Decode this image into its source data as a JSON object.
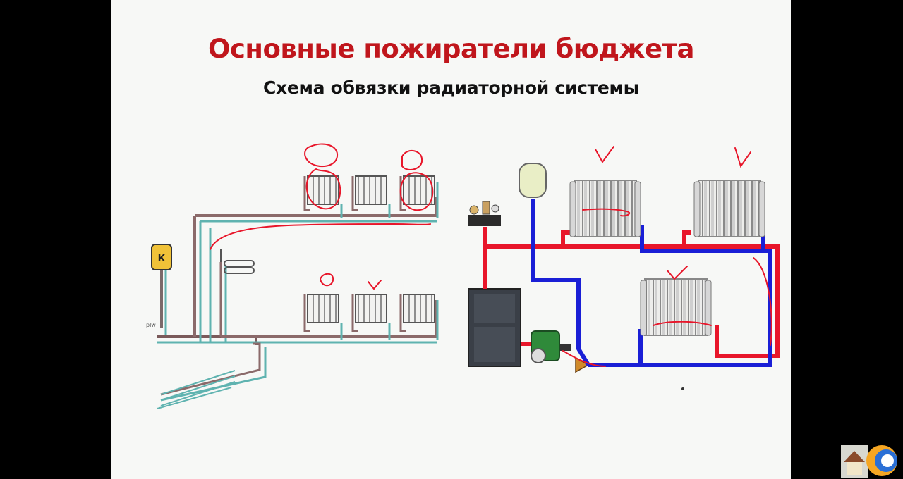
{
  "slide": {
    "title": "Основные пожиратели бюджета",
    "subtitle": "Схема обвязки радиаторной системы"
  },
  "diagram": {
    "tank_label": "К",
    "valve_label": "plw"
  },
  "overlay": {
    "channel_logo_icon": "channel-logo-icon"
  },
  "colors": {
    "title": "#c0161c",
    "supply_pipe": "#e8162a",
    "return_pipe": "#1a1fd6",
    "annotation": "#e8162a"
  }
}
